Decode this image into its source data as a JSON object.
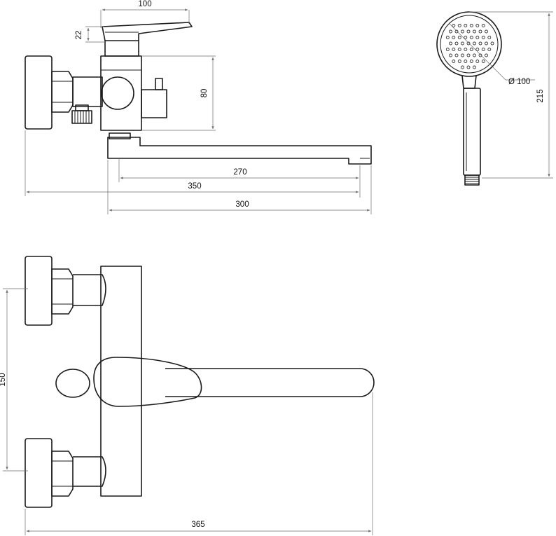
{
  "dimensions": {
    "lever_length": "100",
    "lever_height": "22",
    "body_height": "80",
    "spout_270": "270",
    "spout_350": "350",
    "spout_300": "300",
    "head_diameter": "Ø 100",
    "shower_length": "215",
    "inlet_spacing": "150",
    "total_width": "365"
  },
  "colors": {
    "line": "#1a1a1a",
    "dimension": "#6e6e6e"
  }
}
